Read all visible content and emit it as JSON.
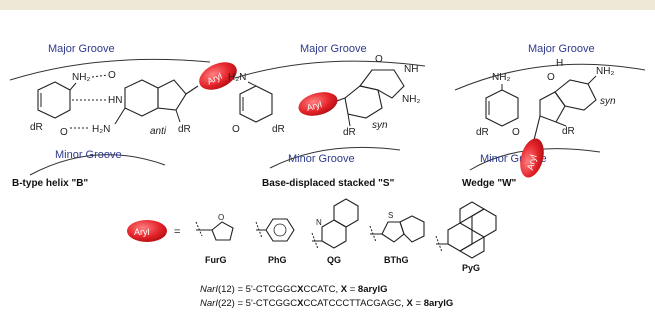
{
  "groove": {
    "major": "Major Groove",
    "minor": "Minor Groove"
  },
  "captions": {
    "b": "B-type helix \"B\"",
    "s": "Base-displaced stacked \"S\"",
    "w": "Wedge \"W\""
  },
  "labels": {
    "aryl": "Aryl",
    "dR": "dR",
    "anti": "anti",
    "syn": "syn",
    "NH2": "NH₂",
    "H2N": "H₂N",
    "NH": "NH",
    "HN": "HN",
    "H2N_lower": "H₂N",
    "O": "O",
    "N": "N",
    "H": "H",
    "S": "S",
    "eq": "="
  },
  "substituents": [
    "FurG",
    "PhG",
    "QG",
    "BThG",
    "PyG"
  ],
  "sequences": [
    {
      "prefix": "Nar",
      "italic": "I",
      "rest": "(12) = 5'-CTCGGC",
      "X": "X",
      "tail": "CCATC, ",
      "xeq": "X",
      "eq": " = ",
      "val": "8arylG"
    },
    {
      "prefix": "Nar",
      "italic": "I",
      "rest": "(22) = 5'-CTCGGC",
      "X": "X",
      "tail": "CCATCCCTTACGAGC, ",
      "xeq": "X",
      "eq": " = ",
      "val": "8arylG"
    }
  ],
  "colors": {
    "aryl": "#e5252b",
    "groove_text": "#2e3a8c",
    "topbar": "#efe8d7"
  }
}
